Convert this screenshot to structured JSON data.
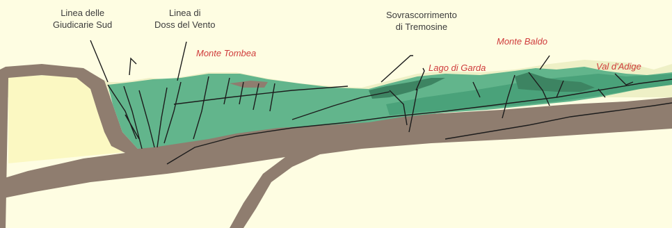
{
  "labels": {
    "linea_giudicarie": {
      "line1": "Linea delle",
      "line2": "Giudicarie Sud"
    },
    "linea_doss": {
      "line1": "Linea di",
      "line2": "Doss del Vento"
    },
    "sovrascorrimento": {
      "line1": "Sovrascorrimento",
      "line2": "di Tremosine"
    },
    "monte_tombea": "Monte Tombea",
    "lago_di_garda": "Lago di Garda",
    "monte_baldo": "Monte Baldo",
    "val_d_adige": "Val d'Adige"
  },
  "colors": {
    "background": "#fefde2",
    "surface_band": "#eef0c6",
    "bedrock_brown": "#8f7d6f",
    "green_light": "#62b58c",
    "green_mid": "#4aa27a",
    "green_dark": "#3d8462",
    "line": "#1c1c1c",
    "place_label": "#cf3b3b",
    "text_label": "#3c3c3c"
  }
}
